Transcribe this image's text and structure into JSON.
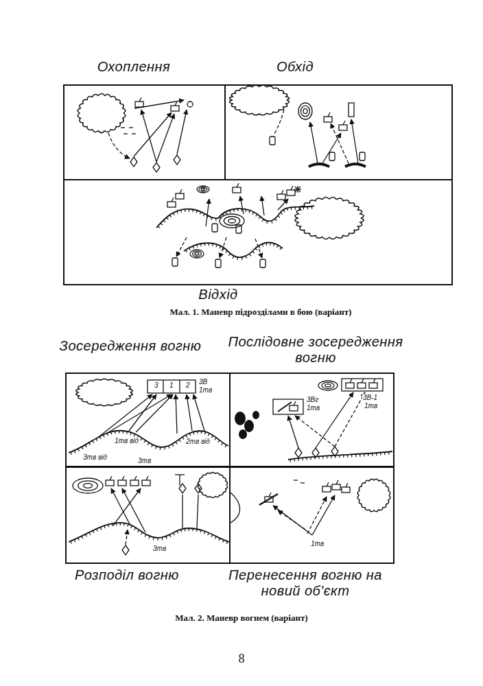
{
  "diagram": {
    "nodes": [
      {
        "text": [
          "Охоплення"
        ]
      },
      {
        "text": [
          "Обхід"
        ]
      },
      {
        "text": [
          "Відхід"
        ]
      },
      {
        "text": [
          "Зосередження вогню"
        ]
      },
      {
        "text": [
          "Послідовне зосередження вогню"
        ]
      },
      {
        "text": [
          "Розподіл вогню"
        ]
      },
      {
        "text": [
          "Перенесення вогню на новий об'єкт"
        ]
      }
    ],
    "labels": [
      "Мал. 1. Маневр підрозділами в бою (варіант)",
      "3",
      "1",
      "2",
      "3В",
      "1тв",
      "3тв від",
      "1тв від",
      "2тв від",
      "3тв",
      "3Вг",
      "1тв",
      "3В-1",
      "1тв",
      "3тв",
      "1тв",
      "Мал. 2. Маневр вогнем (варіант)",
      "8"
    ]
  }
}
